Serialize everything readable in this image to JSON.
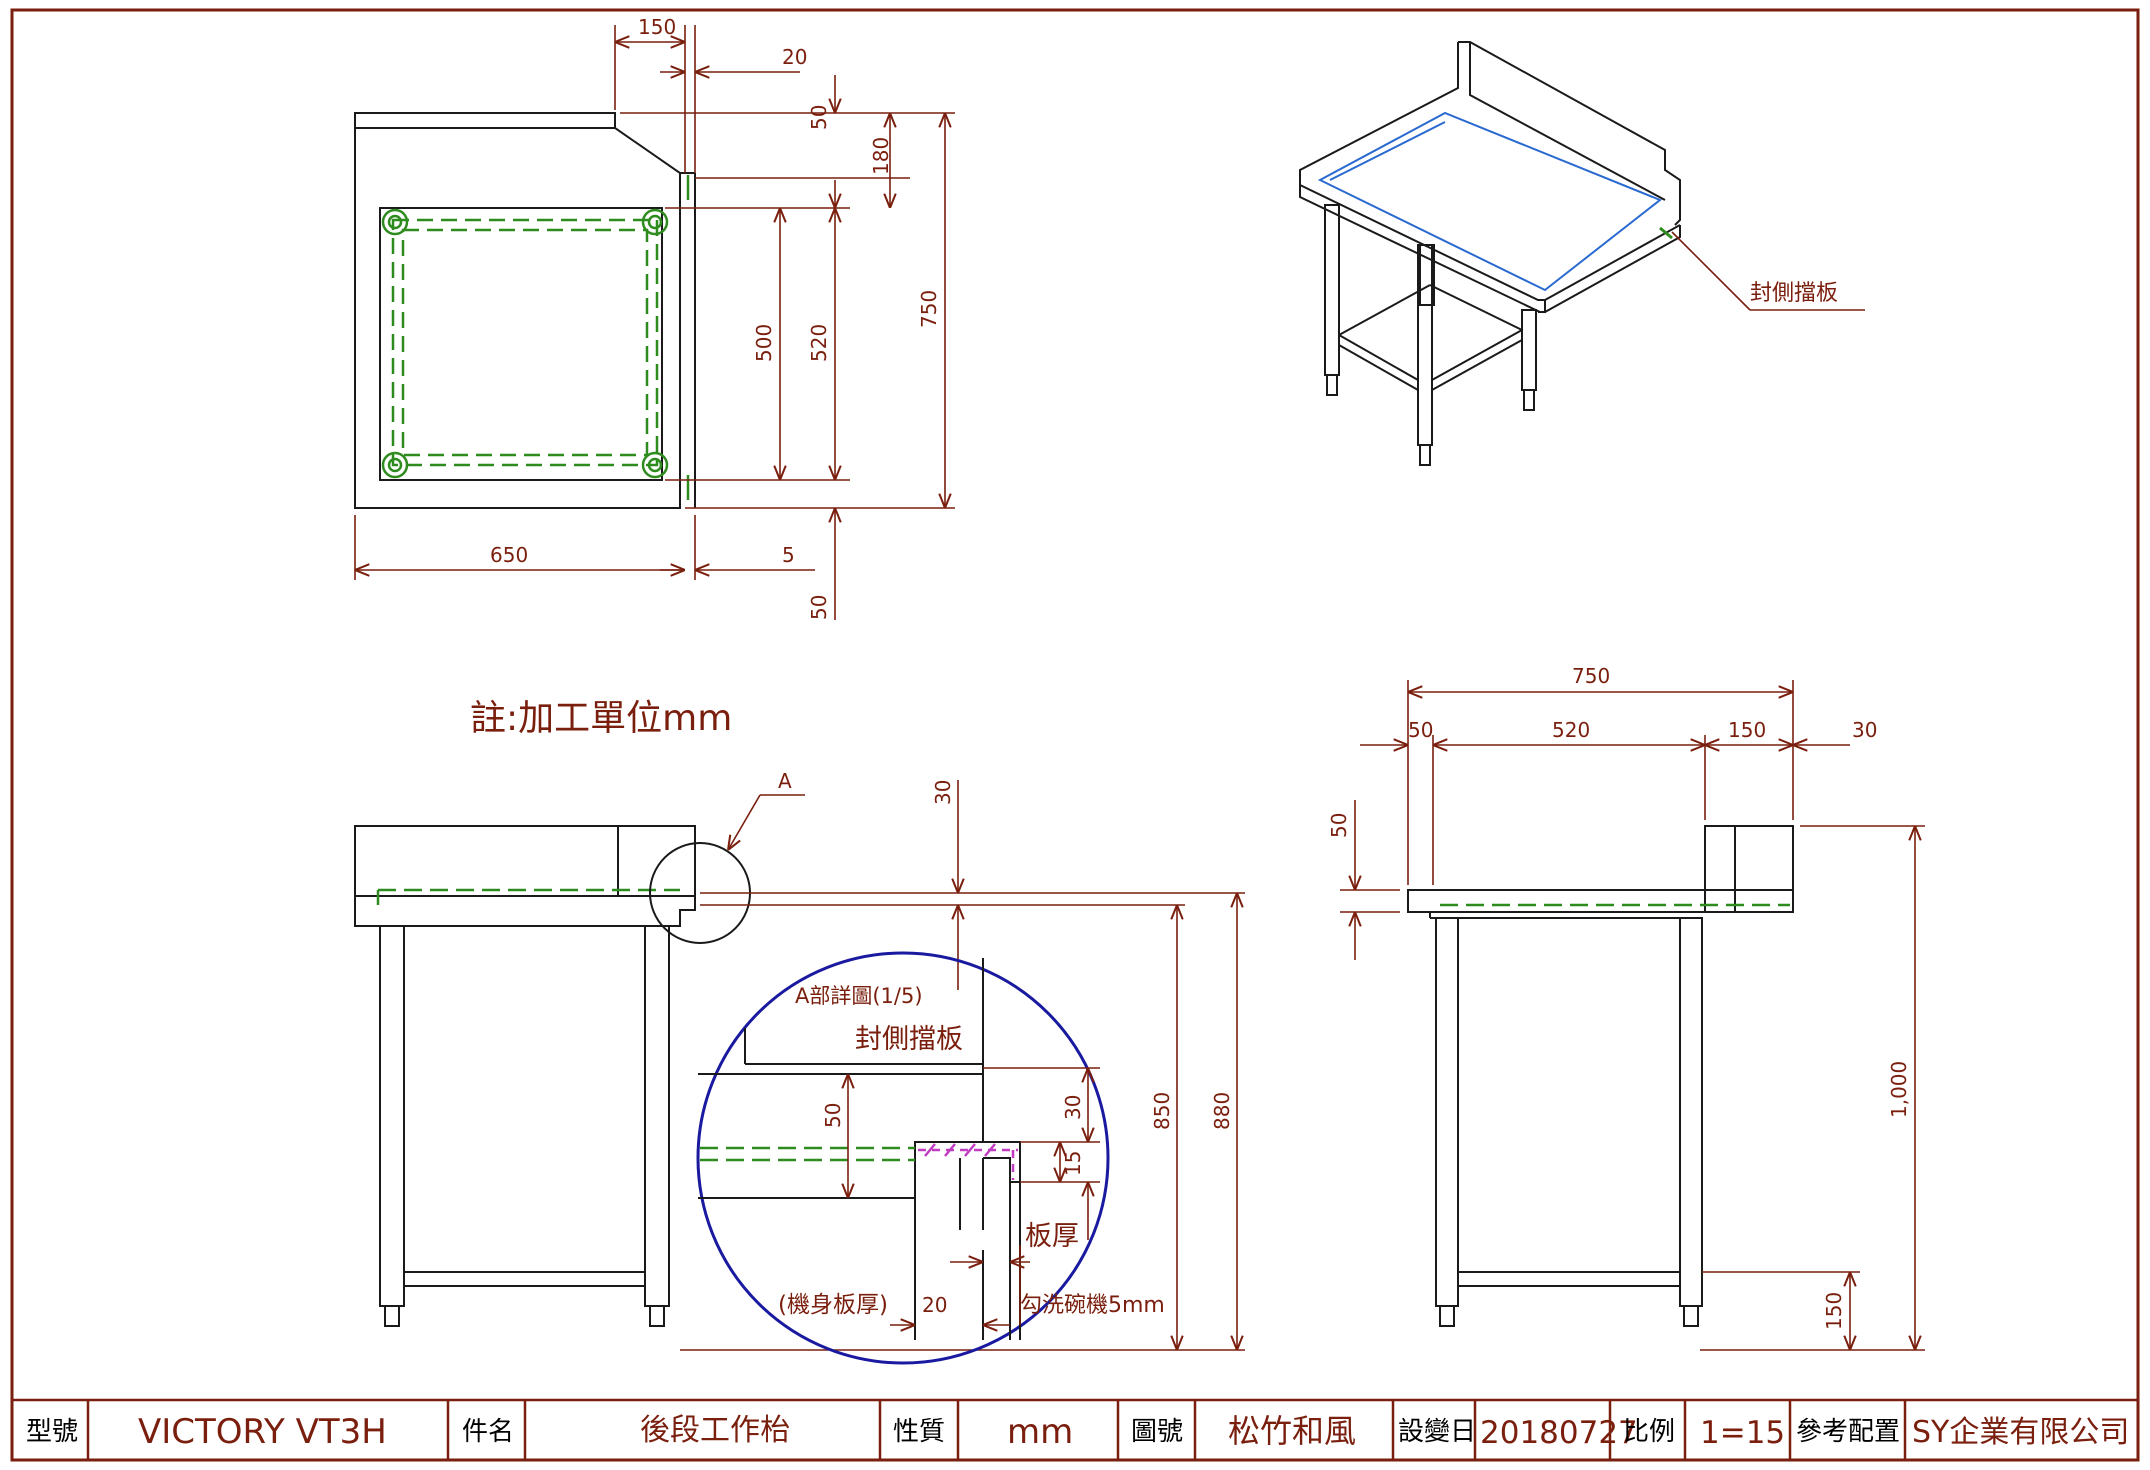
{
  "colors": {
    "outline": "#1a1a1a",
    "dimension": "#7a1f0e",
    "hidden_line": "#2e8b1e",
    "detail_circle": "#1a1aa0",
    "section_hatch": "#c03cc0",
    "iso_edge": "#2a6ad0"
  },
  "top_view": {
    "dims": {
      "d150": "150",
      "d20": "20",
      "d50_top": "50",
      "d180": "180",
      "d500": "500",
      "d520": "520",
      "d750": "750",
      "d650": "650",
      "d5": "5",
      "d50_bottom": "50"
    }
  },
  "isometric": {
    "label": "封側擋板"
  },
  "note": "註:加工單位mm",
  "front_view": {
    "detail_tag": "A",
    "dims": {
      "d30": "30",
      "d850": "850",
      "d880": "880"
    }
  },
  "detail_a": {
    "title": "A部詳圖(1/5)",
    "label_panel": "封側擋板",
    "dim50": "50",
    "dim30": "30",
    "dim15": "15",
    "label_thickness": "板厚",
    "label_body": "(機身板厚)",
    "dim20": "20",
    "label_hook": "勾洗碗機5mm"
  },
  "side_view": {
    "dims": {
      "d750": "750",
      "d50": "50",
      "d520": "520",
      "d150": "150",
      "d30": "30",
      "d50_v": "50",
      "d1000": "1,000",
      "d150_v": "150"
    }
  },
  "title_block": {
    "model_label": "型號",
    "model_value": "VICTORY VT3H",
    "part_label": "件名",
    "part_value": "後段工作枱",
    "nature_label": "性質",
    "nature_value": "mm",
    "drawing_label": "圖號",
    "drawing_value": "松竹和風",
    "date_label": "設變日",
    "date_value": "20180727",
    "scale_label": "比例",
    "scale_value": "1=15",
    "ref_label": "參考配置",
    "company": "SY企業有限公司"
  }
}
